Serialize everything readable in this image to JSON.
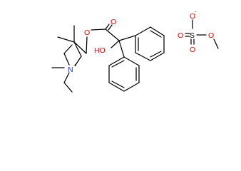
{
  "atom_labels": {
    "ester_oxygen": "O",
    "carbonyl_oxygen": "O",
    "hydroxyl": "HO",
    "ammonium_nitrogen": "N",
    "ammonium_charge": "+",
    "sulfonate_oxygen": "O",
    "sulfonate_charge": "-",
    "sulfur": "S",
    "sulfur_oxo_left": "O",
    "sulfur_oxo_bottom": "O",
    "methoxy_oxygen": "O"
  },
  "colors": {
    "oxygen": "#e00000",
    "nitrogen": "#1f2fd0",
    "sulfur": "#000000",
    "bond": "#000000"
  }
}
